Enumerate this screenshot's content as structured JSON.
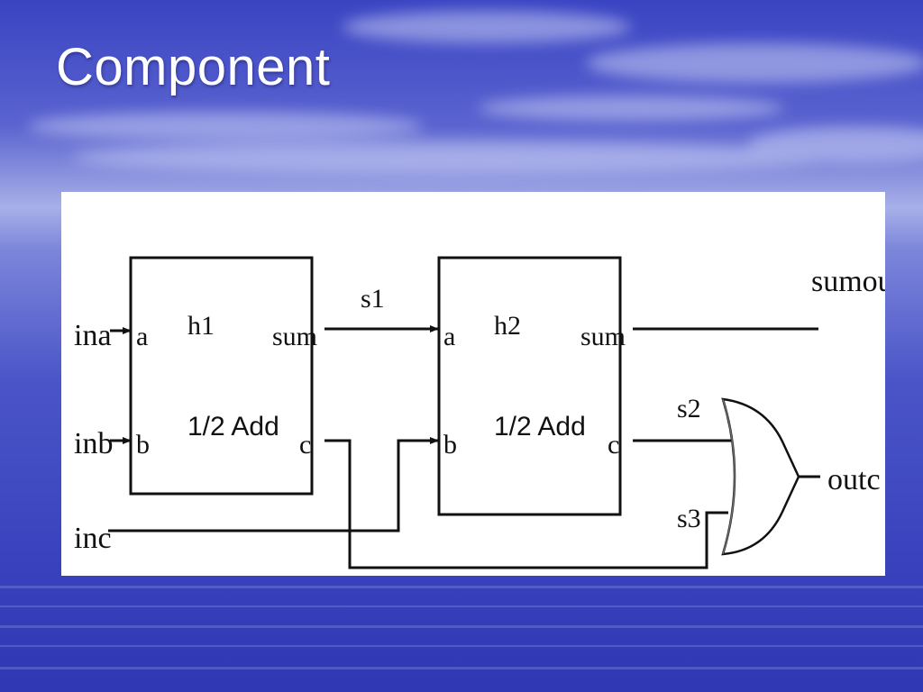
{
  "slide": {
    "title": "Component"
  },
  "diagram": {
    "inputs": [
      "ina",
      "inb",
      "inc"
    ],
    "outputs": [
      "sumout",
      "outc"
    ],
    "signals": [
      "s1",
      "s2",
      "s3"
    ],
    "h1": {
      "instance": "h1",
      "function": "1/2 Add",
      "port_a": "a",
      "port_b": "b",
      "port_sum": "sum",
      "port_c": "c"
    },
    "h2": {
      "instance": "h2",
      "function": "1/2 Add",
      "port_a": "a",
      "port_b": "b",
      "port_sum": "sum",
      "port_c": "c"
    },
    "gate": "or-gate"
  },
  "colors": {
    "background": "#3f47c4",
    "panel": "#ffffff",
    "wire": "#111111",
    "title_text": "#ffffff"
  }
}
